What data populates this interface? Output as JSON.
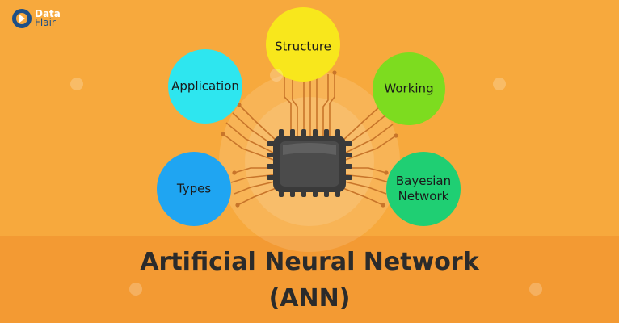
{
  "brand": {
    "line1": "Data",
    "line2": "Flair"
  },
  "nodes": {
    "structure": "Structure",
    "application": "Application",
    "working": "Working",
    "types": "Types",
    "bayesian_line1": "Bayesian",
    "bayesian_line2": "Network"
  },
  "title": {
    "line1": "Artificial Neural Network",
    "line2": "(ANN)"
  },
  "colors": {
    "background": "#f7a93d",
    "band": "#f39a33",
    "structure": "#f8e71c",
    "application": "#2ee6ef",
    "working": "#7ddc1f",
    "types": "#1fa5f2",
    "bayesian": "#1fcf73",
    "chip": "#3a3a3a"
  }
}
